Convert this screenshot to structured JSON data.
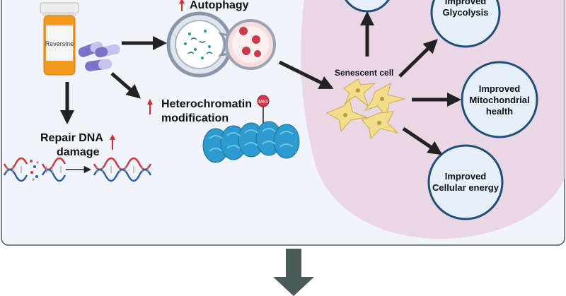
{
  "labels": {
    "autophagy": "Autophagy",
    "reversine": "Reversine",
    "heterochromatin_line1": "Heterochromatin",
    "heterochromatin_line2": "modification",
    "me3": "Me3",
    "repair_line1": "Repair DNA",
    "repair_line2": "damage",
    "senescent_cell": "Senescent cell",
    "glycolysis_line1": "Improved",
    "glycolysis_line2": "Glycolysis",
    "mito_line1": "Improved",
    "mito_line2": "Mitochondrial",
    "mito_line3": "health",
    "energy_line1": "Improved",
    "energy_line2": "Cellular energy"
  },
  "colors": {
    "panel_bg": "#f1f4fa",
    "blob": "#ead7e6",
    "circle_fill": "#e6f0fb",
    "circle_stroke": "#1f4e79",
    "arrow": "#222222",
    "up_arrow": "#d62b2b",
    "bottom_arrow": "#4a5a57",
    "bottle": "#f39a1f",
    "cap": "#ececec",
    "pill_purple": "#7c73c9",
    "pill_light": "#c7c2ee",
    "nucleosome": "#2d9bcf",
    "me3_ball": "#d9344a",
    "cell": "#f2dd8a",
    "dna_red": "#cc3a3a",
    "dna_blue": "#2d5fa8"
  }
}
